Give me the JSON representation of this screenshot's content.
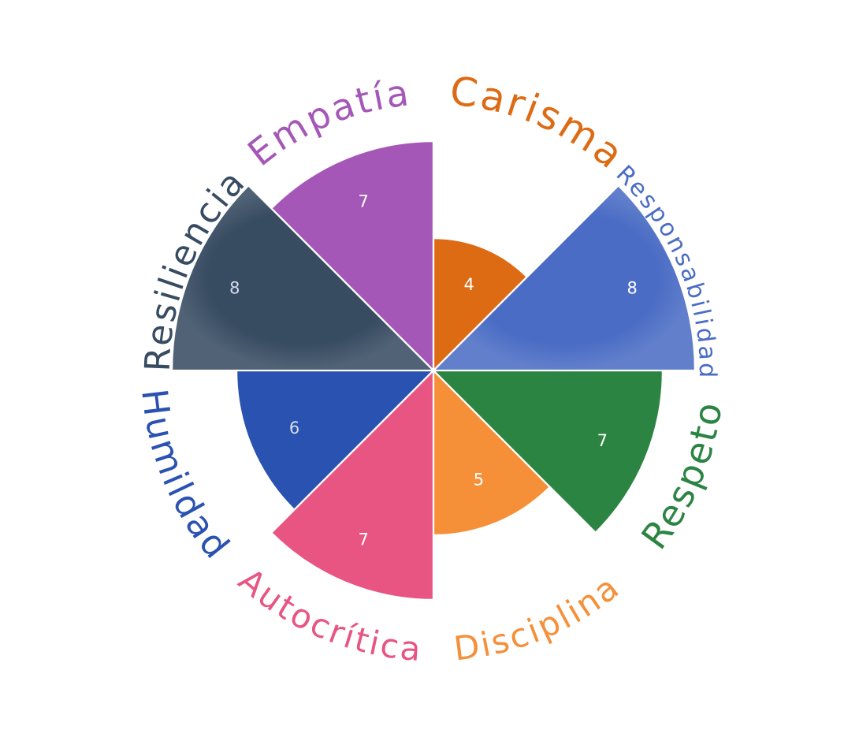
{
  "chart_data": {
    "type": "polar-area",
    "title": "",
    "max_value": 8,
    "categories": [
      "Carisma",
      "Responsabilidad",
      "Respeto",
      "Disciplina",
      "Autocrítica",
      "Humildad",
      "Resiliencia",
      "Empatía"
    ],
    "values": [
      4,
      8,
      7,
      5,
      7,
      6,
      8,
      7
    ],
    "colors": [
      "#dd6b14",
      "#4a6cc4",
      "#2b8442",
      "#f58f38",
      "#e85582",
      "#2a52b0",
      "#374b61",
      "#a557b7"
    ],
    "grid": false,
    "legend": "none"
  }
}
